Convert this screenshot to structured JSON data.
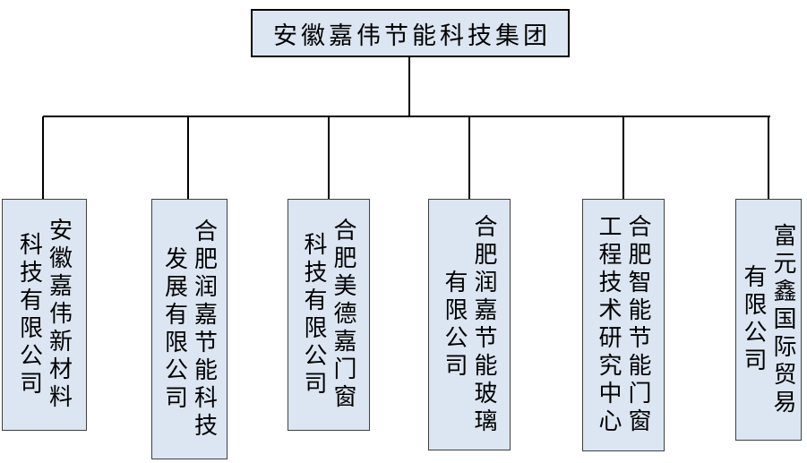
{
  "root": {
    "label": "安徽嘉伟节能科技集团"
  },
  "children": [
    {
      "full_name": "安徽嘉伟新材料科技有限公司",
      "lines": [
        "安徽嘉伟新材料",
        "科技有限公司"
      ]
    },
    {
      "full_name": "合肥润嘉节能科技发展有限公司",
      "lines": [
        "合肥润嘉节能科技",
        "发展有限公司"
      ]
    },
    {
      "full_name": "合肥美德嘉门窗科技有限公司",
      "lines": [
        "合肥美德嘉门窗",
        "科技有限公司"
      ]
    },
    {
      "full_name": "合肥润嘉节能玻璃有限公司",
      "lines": [
        "合肥润嘉节能玻璃",
        "有限公司"
      ]
    },
    {
      "full_name": "合肥智能节能门窗工程技术研究中心",
      "lines": [
        "合肥智能节能门窗",
        "工程技术研究中心"
      ]
    },
    {
      "full_name": "富元鑫国际贸易有限公司",
      "lines": [
        "富元鑫国际贸易",
        "有限公司"
      ]
    }
  ],
  "colors": {
    "box_fill": "#dce6f2",
    "box_border": "#404040",
    "root_border": "#000000",
    "line": "#000000",
    "text": "#000000",
    "bg": "#ffffff"
  }
}
